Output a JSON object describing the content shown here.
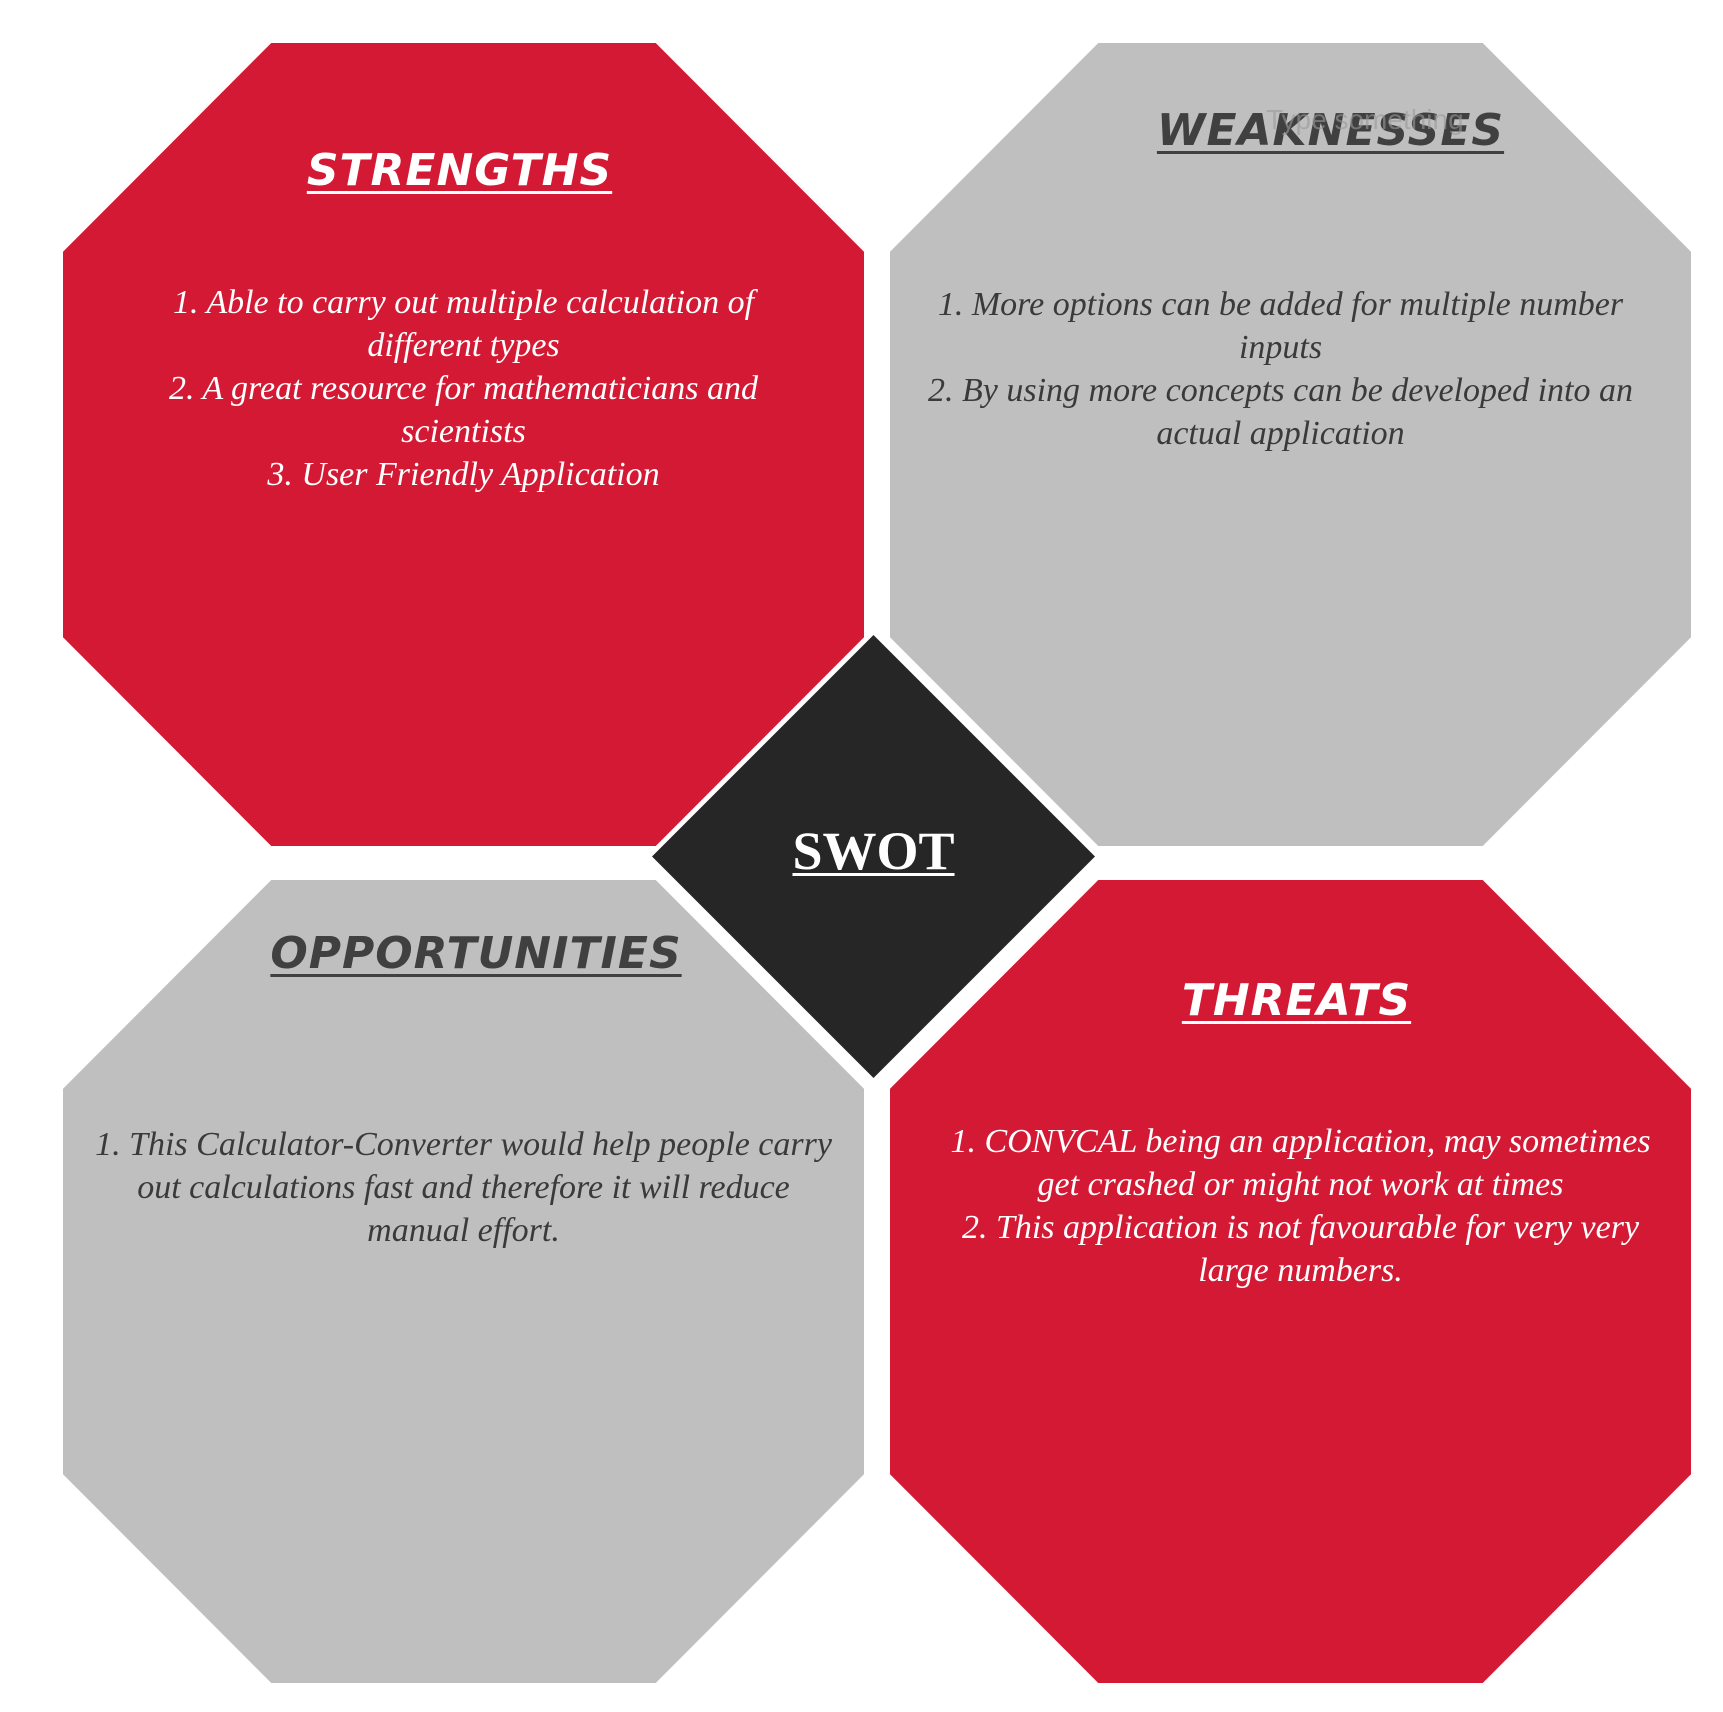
{
  "center": {
    "label": "SWOT"
  },
  "colors": {
    "red": "#d31933",
    "grey": "#bfbfbf",
    "dark": "#262626"
  },
  "placeholder": "Type something",
  "strengths": {
    "title": "STRENGTHS",
    "points": [
      "1. Able to carry out multiple calculation of different types",
      "2. A great resource for mathematicians and scientists",
      "3. User Friendly Application"
    ]
  },
  "weaknesses": {
    "title": "WEAKNESSES",
    "points": [
      "1. More options can be added for multiple number inputs",
      "2. By using more concepts can be developed into an actual application"
    ]
  },
  "opportunities": {
    "title": "OPPORTUNITIES",
    "points": [
      "1. This Calculator-Converter would help people carry out calculations fast and therefore it will reduce manual effort."
    ]
  },
  "threats": {
    "title": "THREATS",
    "points": [
      "1. CONVCAL being an application, may sometimes get crashed or might not work at times",
      "2. This application is not favourable for very very large numbers."
    ]
  }
}
